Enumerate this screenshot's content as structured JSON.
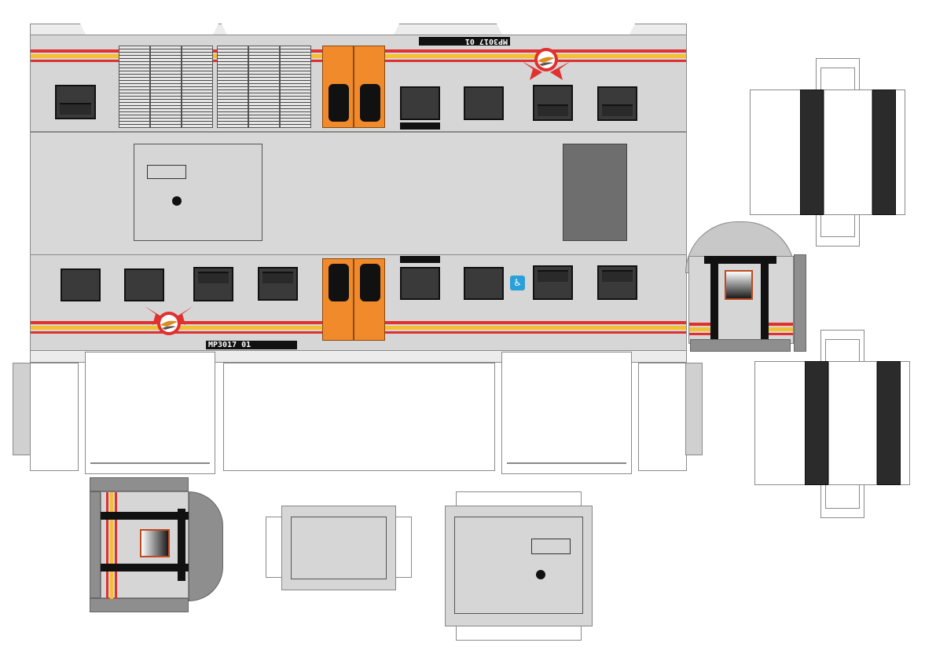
{
  "car": {
    "upper_number": "MP3017 01",
    "lower_number": "MP3017 01",
    "colors": {
      "body": "#d6d6d6",
      "stripe_red": "#e03030",
      "stripe_yellow": "#f2c031",
      "door_orange": "#f08a2a",
      "window_dark": "#3a3a3a",
      "roof_panel_dark": "#6e6e6e",
      "info_icon_blue": "#2aa0d8"
    },
    "icons": {
      "logo": "kai-commuter-logo",
      "info_sign": "wheelchair-sign-icon"
    }
  }
}
